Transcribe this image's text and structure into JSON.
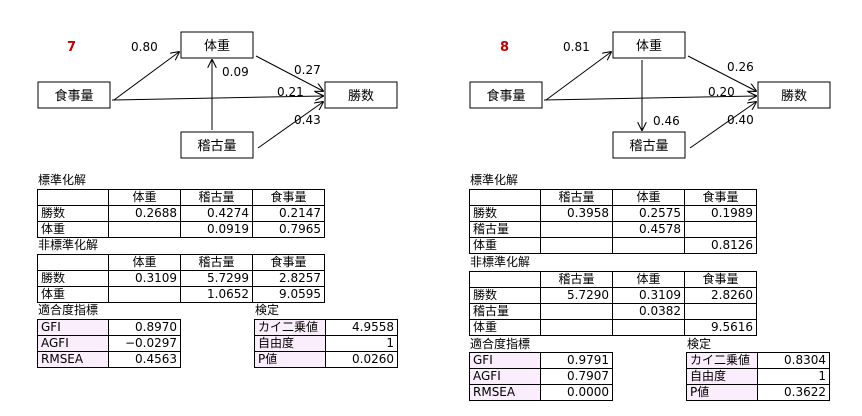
{
  "models": [
    {
      "id": "7",
      "nodes": {
        "food": "食事量",
        "weight": "体重",
        "practice": "稽古量",
        "wins": "勝数"
      },
      "paths": {
        "food_weight": "0.80",
        "practice_weight": "0.09",
        "weight_wins": "0.27",
        "food_wins": "0.21",
        "practice_wins": "0.43"
      },
      "std_title": "標準化解",
      "std": {
        "cols": [
          "体重",
          "稽古量",
          "食事量"
        ],
        "rows": [
          {
            "name": "勝数",
            "vals": [
              "0.2688",
              "0.4274",
              "0.2147"
            ]
          },
          {
            "name": "体重",
            "vals": [
              "",
              "0.0919",
              "0.7965"
            ]
          }
        ]
      },
      "unstd_title": "非標準化解",
      "unstd": {
        "cols": [
          "体重",
          "稽古量",
          "食事量"
        ],
        "rows": [
          {
            "name": "勝数",
            "vals": [
              "0.3109",
              "5.7299",
              "2.8257"
            ]
          },
          {
            "name": "体重",
            "vals": [
              "",
              "1.0652",
              "9.0595"
            ]
          }
        ]
      },
      "fit_title": "適合度指標",
      "fit": [
        {
          "name": "GFI",
          "val": "0.8970"
        },
        {
          "name": "AGFI",
          "val": "−0.0297"
        },
        {
          "name": "RMSEA",
          "val": "0.4563"
        }
      ],
      "test_title": "検定",
      "test": [
        {
          "name": "カイ二乗値",
          "val": "4.9558"
        },
        {
          "name": "自由度",
          "val": "1"
        },
        {
          "name": "P値",
          "val": "0.0260"
        }
      ]
    },
    {
      "id": "8",
      "nodes": {
        "food": "食事量",
        "weight": "体重",
        "practice": "稽古量",
        "wins": "勝数"
      },
      "paths": {
        "food_weight": "0.81",
        "weight_practice": "0.46",
        "weight_wins": "0.26",
        "food_wins": "0.20",
        "practice_wins": "0.40"
      },
      "std_title": "標準化解",
      "std": {
        "cols": [
          "稽古量",
          "体重",
          "食事量"
        ],
        "rows": [
          {
            "name": "勝数",
            "vals": [
              "0.3958",
              "0.2575",
              "0.1989"
            ]
          },
          {
            "name": "稽古量",
            "vals": [
              "",
              "0.4578",
              ""
            ]
          },
          {
            "name": "体重",
            "vals": [
              "",
              "",
              "0.8126"
            ]
          }
        ]
      },
      "unstd_title": "非標準化解",
      "unstd": {
        "cols": [
          "稽古量",
          "体重",
          "食事量"
        ],
        "rows": [
          {
            "name": "勝数",
            "vals": [
              "5.7290",
              "0.3109",
              "2.8260"
            ]
          },
          {
            "name": "稽古量",
            "vals": [
              "",
              "0.0382",
              ""
            ]
          },
          {
            "name": "体重",
            "vals": [
              "",
              "",
              "9.5616"
            ]
          }
        ]
      },
      "fit_title": "適合度指標",
      "fit": [
        {
          "name": "GFI",
          "val": "0.9791"
        },
        {
          "name": "AGFI",
          "val": "0.7907"
        },
        {
          "name": "RMSEA",
          "val": "0.0000"
        }
      ],
      "test_title": "検定",
      "test": [
        {
          "name": "カイ二乗値",
          "val": "0.8304"
        },
        {
          "name": "自由度",
          "val": "1"
        },
        {
          "name": "P値",
          "val": "0.3622"
        }
      ]
    }
  ]
}
